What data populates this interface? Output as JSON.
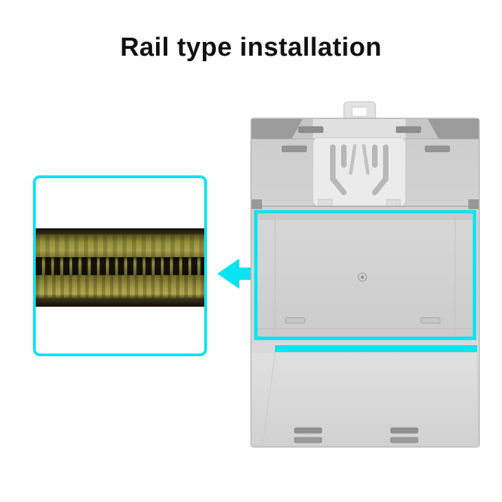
{
  "page": {
    "title": "Rail type installation"
  },
  "colors": {
    "accent_cyan": "#0ae3f2",
    "background": "#ffffff",
    "device_body": "#d9d9d9",
    "rail_brass": "#9c9340"
  },
  "icons": {
    "arrow": "left-block-arrow-icon",
    "closeup": "din-rail-photo",
    "device": "din-module-back-view"
  }
}
